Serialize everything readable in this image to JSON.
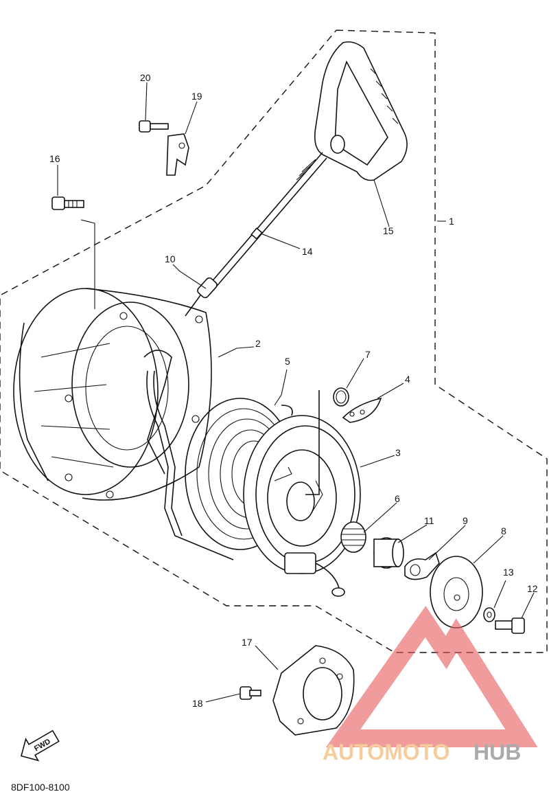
{
  "parts": [
    {
      "number": "1"
    },
    {
      "number": "2"
    },
    {
      "number": "3"
    },
    {
      "number": "4"
    },
    {
      "number": "5"
    },
    {
      "number": "6"
    },
    {
      "number": "7"
    },
    {
      "number": "8"
    },
    {
      "number": "9"
    },
    {
      "number": "10"
    },
    {
      "number": "11"
    },
    {
      "number": "12"
    },
    {
      "number": "13"
    },
    {
      "number": "14"
    },
    {
      "number": "15"
    },
    {
      "number": "16"
    },
    {
      "number": "17"
    },
    {
      "number": "18"
    },
    {
      "number": "19"
    },
    {
      "number": "20"
    }
  ],
  "diagram_code": "8DF100-8100",
  "direction_marker": "FWD",
  "watermark": {
    "part1": "AUTOMOTO",
    "part2": "HUB",
    "color_primary": "#f4c48a",
    "color_secondary": "#9c9c9c",
    "triangle_color": "#e85a5a"
  }
}
